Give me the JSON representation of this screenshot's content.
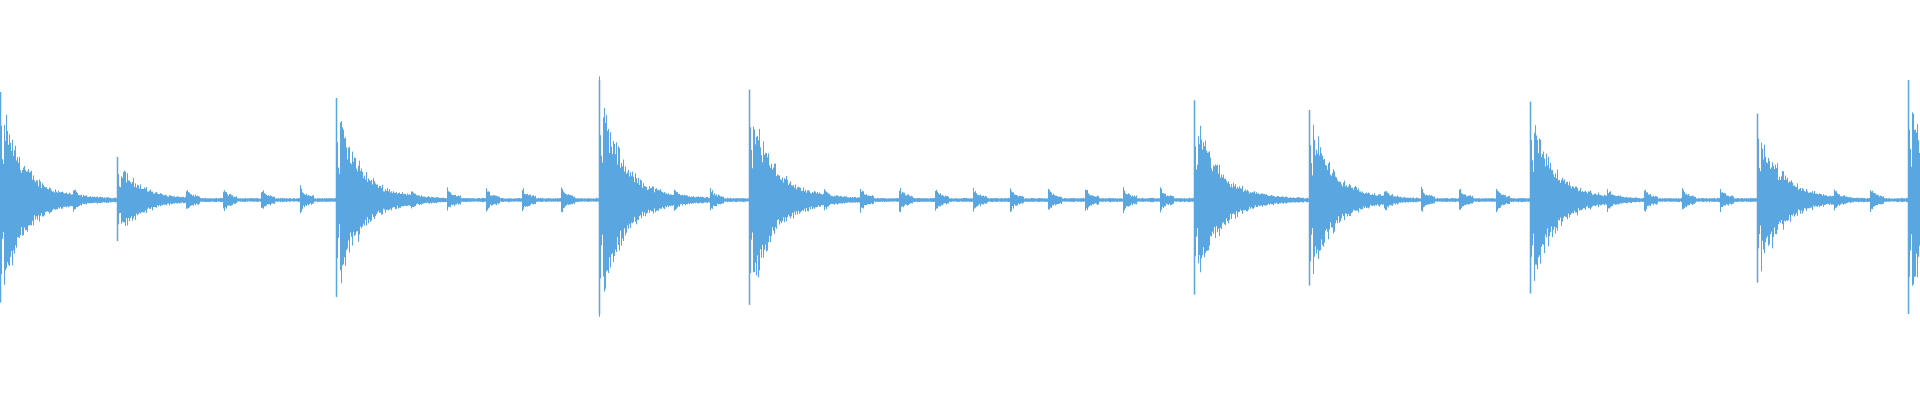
{
  "waveform": {
    "color": "#5aa6e0",
    "transients": [
      {
        "t": 0.0,
        "amp": 0.9
      },
      {
        "t": 0.061,
        "amp": 0.36
      },
      {
        "t": 0.175,
        "amp": 0.85
      },
      {
        "t": 0.312,
        "amp": 1.0
      },
      {
        "t": 0.39,
        "amp": 0.92
      },
      {
        "t": 0.622,
        "amp": 0.83
      },
      {
        "t": 0.682,
        "amp": 0.75
      },
      {
        "t": 0.797,
        "amp": 0.82
      },
      {
        "t": 0.915,
        "amp": 0.72
      },
      {
        "t": 0.994,
        "amp": 1.0
      }
    ],
    "minor_ticks": [
      0.019,
      0.038,
      0.078,
      0.097,
      0.116,
      0.136,
      0.156,
      0.214,
      0.233,
      0.253,
      0.272,
      0.292,
      0.332,
      0.351,
      0.37,
      0.429,
      0.448,
      0.468,
      0.487,
      0.507,
      0.526,
      0.546,
      0.565,
      0.585,
      0.604,
      0.701,
      0.721,
      0.74,
      0.76,
      0.779,
      0.817,
      0.837,
      0.856,
      0.876,
      0.896,
      0.935,
      0.955,
      0.974
    ]
  }
}
